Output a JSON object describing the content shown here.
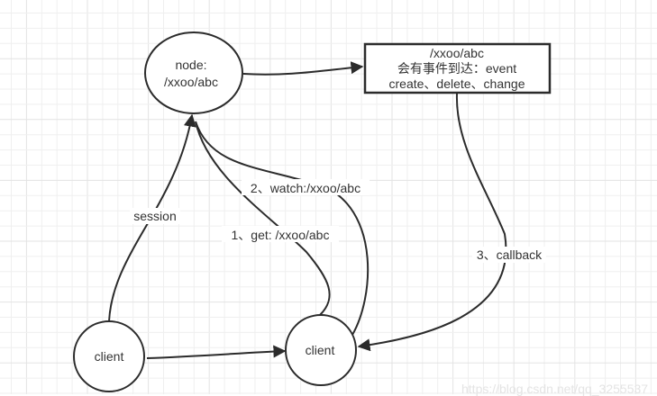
{
  "diagram": {
    "background": "#ffffff",
    "grid_color_minor": "#efefef",
    "grid_color_major": "#e3e3e3",
    "stroke_color": "#2b2b2b",
    "nodes": {
      "znode": {
        "line1": "node:",
        "line2": "/xxoo/abc"
      },
      "event_box": {
        "line1": "/xxoo/abc",
        "line2": "会有事件到达：event",
        "line3": "create、delete、change"
      },
      "client_left": {
        "label": "client"
      },
      "client_right": {
        "label": "client"
      }
    },
    "edges": {
      "session": {
        "label": "session"
      },
      "get": {
        "label": "1、get: /xxoo/abc"
      },
      "watch": {
        "label": "2、watch:/xxoo/abc"
      },
      "callback": {
        "label": "3、callback"
      }
    }
  },
  "watermark": "https://blog.csdn.net/qq_3255537"
}
